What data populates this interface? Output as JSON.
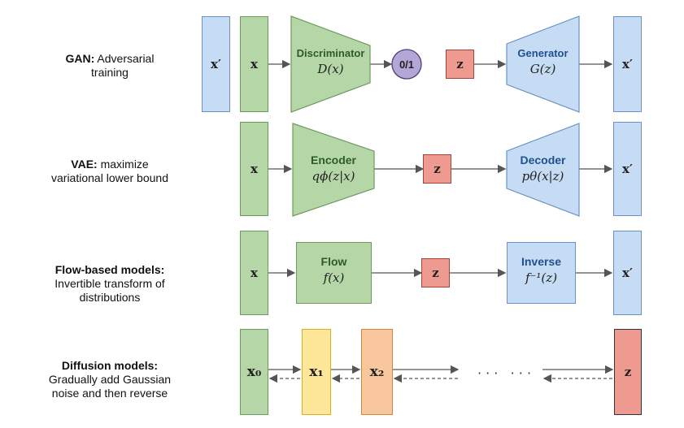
{
  "rows": {
    "gan": {
      "label_bold": "GAN:",
      "label_rest": " Adversarial",
      "label_line2": "training",
      "x_prime_left": "x′",
      "x": "x",
      "discriminator_name": "Discriminator",
      "discriminator_fn": "D(x)",
      "output": "0/1",
      "z": "z",
      "generator_name": "Generator",
      "generator_fn": "G(z)",
      "x_prime_right": "x′"
    },
    "vae": {
      "label_bold": "VAE:",
      "label_rest": " maximize",
      "label_line2": "variational lower bound",
      "x": "x",
      "encoder_name": "Encoder",
      "encoder_fn": "qϕ(z|x)",
      "z": "z",
      "decoder_name": "Decoder",
      "decoder_fn": "pθ(x|z)",
      "x_prime": "x′"
    },
    "flow": {
      "label_bold": "Flow-based models:",
      "label_line2": "Invertible transform of",
      "label_line3": "distributions",
      "x": "x",
      "flow_name": "Flow",
      "flow_fn": "f(x)",
      "z": "z",
      "inverse_name": "Inverse",
      "inverse_fn": "f⁻¹(z)",
      "x_prime": "x′"
    },
    "diffusion": {
      "label_bold": "Diffusion models:",
      "label_line2": "Gradually add Gaussian",
      "label_line3": "noise and then reverse",
      "x0": "x₀",
      "x1": "x₁",
      "x2": "x₂",
      "ellipsis": "· · ·   · · ·",
      "z": "z"
    }
  },
  "colors": {
    "green": "#b5d7a8",
    "blue": "#c6dcf5",
    "red": "#ef9a90",
    "purple": "#b4a7d6",
    "yellow": "#ffe79a",
    "orange": "#f8c79d"
  }
}
